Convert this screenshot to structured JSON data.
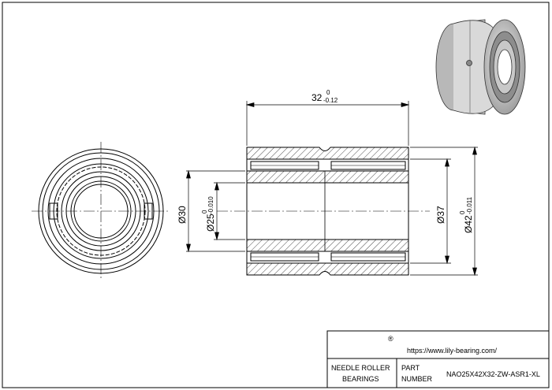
{
  "dimensions": {
    "length_nominal": "32",
    "length_tol_upper": "0",
    "length_tol_lower": "-0.12",
    "raceway_diameter": "Ø30",
    "bore_nominal": "Ø25",
    "bore_tol_upper": "0",
    "bore_tol_lower": "-0.010",
    "inner_ring_od": "Ø37",
    "outer_nominal": "Ø42",
    "outer_tol_upper": "0",
    "outer_tol_lower": "-0.011"
  },
  "title_block": {
    "logo_mark": "®",
    "website": "https://www.lily-bearing.com/",
    "category_line1": "NEEDLE ROLLER",
    "category_line2": "BEARINGS",
    "part_label_line1": "PART",
    "part_label_line2": "NUMBER",
    "part_number": "NAO25X42X32-ZW-ASR1-XL"
  },
  "colors": {
    "line": "#000000",
    "hatch": "#000000",
    "background": "#ffffff"
  }
}
